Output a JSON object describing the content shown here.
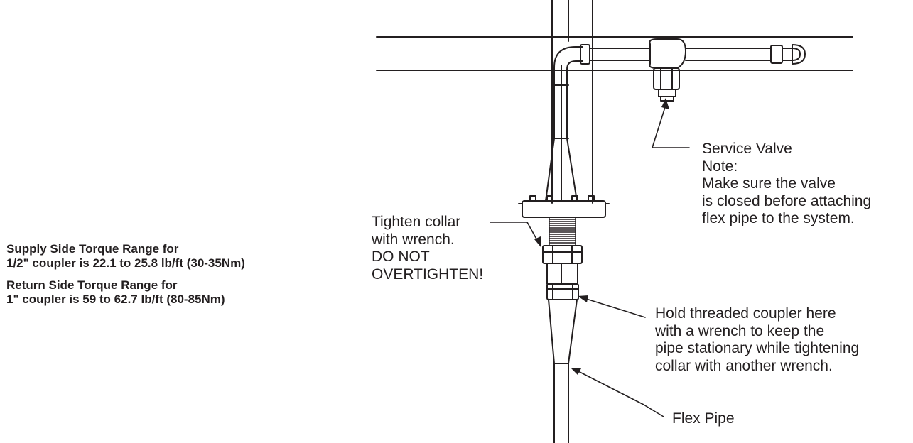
{
  "torque": {
    "supply": [
      "Supply Side Torque Range for",
      "1/2\" coupler is 22.1 to 25.8 lb/ft (30-35Nm)"
    ],
    "return": [
      "Return Side Torque Range for",
      "1\" coupler is 59 to 62.7 lb/ft (80-85Nm)"
    ]
  },
  "callouts": {
    "collar": [
      "Tighten collar",
      "with wrench.",
      "DO NOT",
      "OVERTIGHTEN!"
    ],
    "service_valve": [
      "Service Valve",
      "Note:",
      "Make sure the valve",
      "is closed before attaching",
      "flex pipe to the system."
    ],
    "coupler": [
      "Hold threaded coupler here",
      "with a wrench to keep the",
      "pipe stationary while tightening",
      "collar with another wrench."
    ],
    "flex_pipe": "Flex Pipe"
  },
  "colors": {
    "ink": "#231f20",
    "background": "#ffffff"
  }
}
